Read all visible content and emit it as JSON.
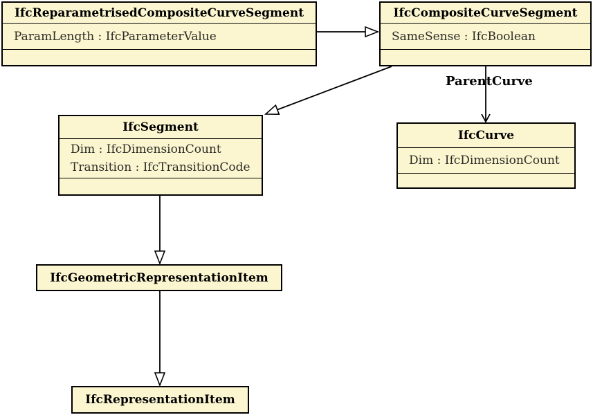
{
  "diagram": {
    "type": "uml-class-inheritance-diagram",
    "background_color": "#ffffff",
    "box_fill_color": "#FBF6D0",
    "box_border_color": "#000000",
    "classes": [
      {
        "title": "IfcReparametrisedCompositeCurveSegment",
        "attributes": [
          "ParamLength : IfcParameterValue"
        ]
      },
      {
        "title": "IfcCompositeCurveSegment",
        "attributes": [
          "SameSense : IfcBoolean"
        ]
      },
      {
        "title": "IfcSegment",
        "attributes": [
          "Dim : IfcDimensionCount",
          "Transition : IfcTransitionCode"
        ]
      },
      {
        "title": "IfcCurve",
        "attributes": [
          "Dim : IfcDimensionCount"
        ]
      },
      {
        "title": "IfcGeometricRepresentationItem",
        "attributes": []
      },
      {
        "title": "IfcRepresentationItem",
        "attributes": []
      }
    ],
    "relations": [
      {
        "from": "IfcReparametrisedCompositeCurveSegment",
        "to": "IfcCompositeCurveSegment",
        "type": "inheritance",
        "label": ""
      },
      {
        "from": "IfcCompositeCurveSegment",
        "to": "IfcSegment",
        "type": "inheritance",
        "label": ""
      },
      {
        "from": "IfcCompositeCurveSegment",
        "to": "IfcCurve",
        "type": "association",
        "label": "ParentCurve"
      },
      {
        "from": "IfcSegment",
        "to": "IfcGeometricRepresentationItem",
        "type": "inheritance",
        "label": ""
      },
      {
        "from": "IfcGeometricRepresentationItem",
        "to": "IfcRepresentationItem",
        "type": "inheritance",
        "label": ""
      }
    ]
  }
}
